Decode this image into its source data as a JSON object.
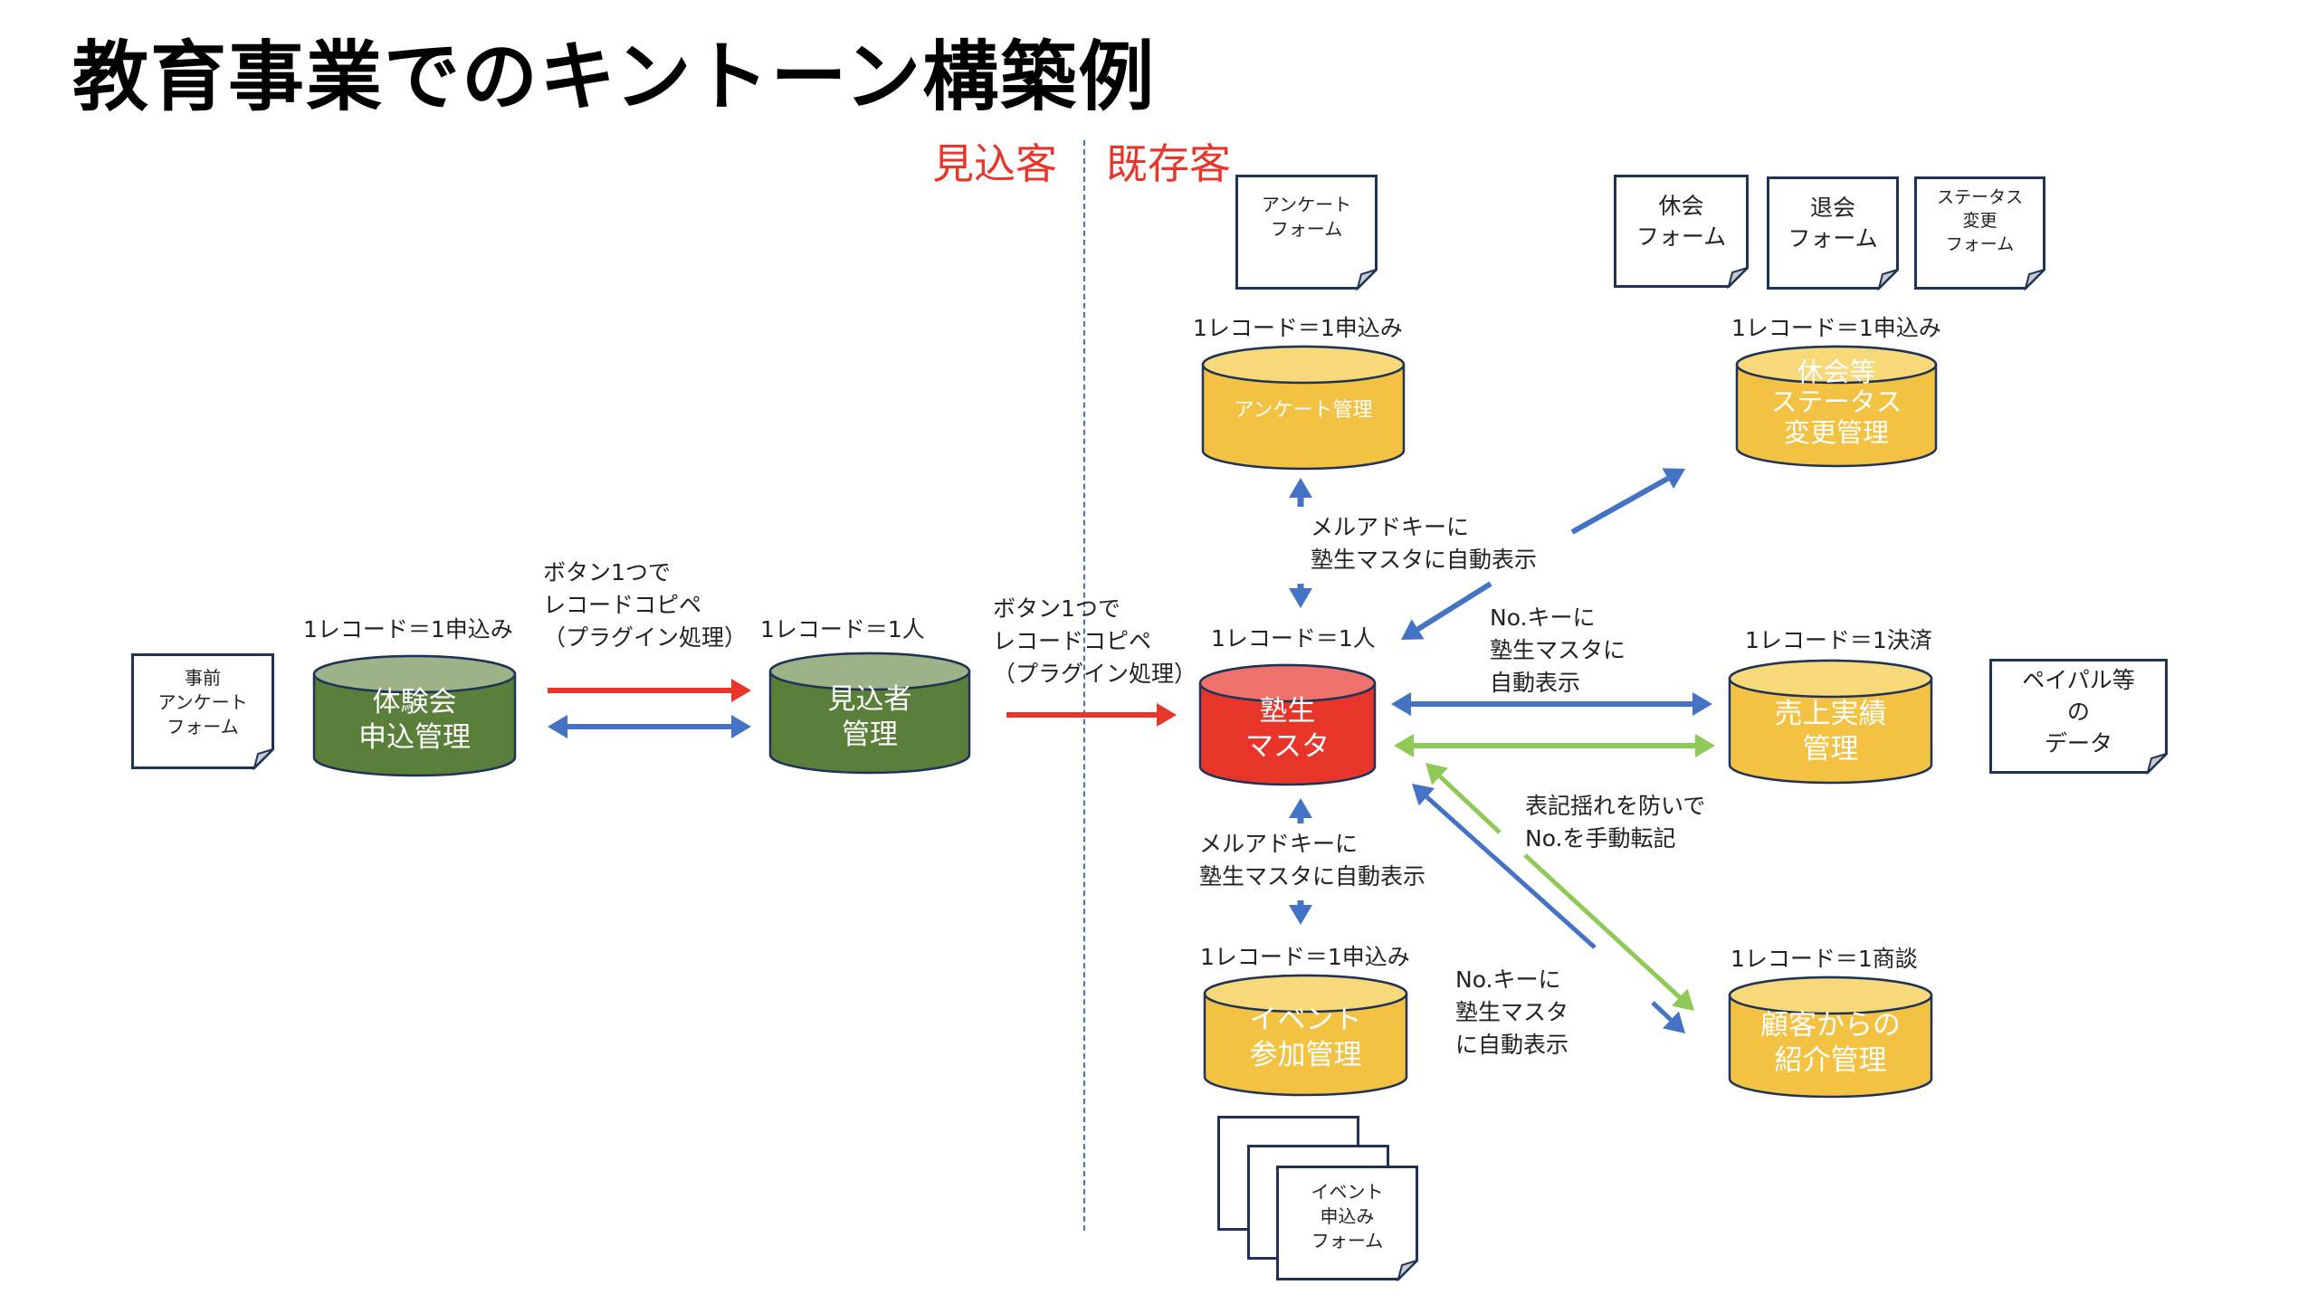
{
  "title": "教育事業でのキントーン構築例",
  "segments": {
    "prospect": "見込客",
    "existing": "既存客"
  },
  "colors": {
    "green_body": "#5a7f3a",
    "green_top": "#9db387",
    "yellow_body": "#f4c242",
    "yellow_top": "#f7d97a",
    "red_body": "#e8352a",
    "red_top": "#ee716b",
    "outline": "#1f3358",
    "arrow_red": "#e8352a",
    "arrow_blue": "#4472c4",
    "arrow_green": "#8fca58"
  },
  "forms": [
    {
      "id": "pre-survey",
      "text": "事前\nアンケート\nフォーム"
    },
    {
      "id": "survey",
      "text": "アンケート\nフォーム"
    },
    {
      "id": "leave",
      "text": "休会\nフォーム"
    },
    {
      "id": "quit",
      "text": "退会\nフォーム"
    },
    {
      "id": "status-change",
      "text": "ステータス\n変更\nフォーム"
    },
    {
      "id": "paypal",
      "text": "ペイパル等\nの\nデータ"
    },
    {
      "id": "event-apply",
      "text": "イベント\n申込み\nフォーム"
    }
  ],
  "databases": [
    {
      "id": "trial",
      "name": "体験会\n申込管理",
      "record_unit": "1レコード＝1申込み",
      "color": "green"
    },
    {
      "id": "prospect",
      "name": "見込者\n管理",
      "record_unit": "1レコード＝1人",
      "color": "green"
    },
    {
      "id": "student-master",
      "name": "塾生\nマスタ",
      "record_unit": "1レコード＝1人",
      "color": "red"
    },
    {
      "id": "survey-mgmt",
      "name": "アンケート管理",
      "record_unit": "1レコード＝1申込み",
      "color": "yellow"
    },
    {
      "id": "status-mgmt",
      "name": "休会等\nステータス\n変更管理",
      "record_unit": "1レコード＝1申込み",
      "color": "yellow"
    },
    {
      "id": "sales",
      "name": "売上実績\n管理",
      "record_unit": "1レコード＝1決済",
      "color": "yellow"
    },
    {
      "id": "event",
      "name": "イベント\n参加管理",
      "record_unit": "1レコード＝1申込み",
      "color": "yellow"
    },
    {
      "id": "referral",
      "name": "顧客からの\n紹介管理",
      "record_unit": "1レコード＝1商談",
      "color": "yellow"
    }
  ],
  "notes": {
    "copy1": "ボタン1つで\nレコードコピペ\n（プラグイン処理）",
    "copy2": "ボタン1つで\nレコードコピペ\n（プラグイン処理）",
    "mail_key_top": "メルアドキーに\n塾生マスタに自動表示",
    "no_key_sales": "No.キーに\n塾生マスタに\n自動表示",
    "manual_no": "表記揺れを防いで\nNo.を手動転記",
    "mail_key_bottom": "メルアドキーに\n塾生マスタに自動表示",
    "no_key_referral": "No.キーに\n塾生マスタ\nに自動表示"
  }
}
